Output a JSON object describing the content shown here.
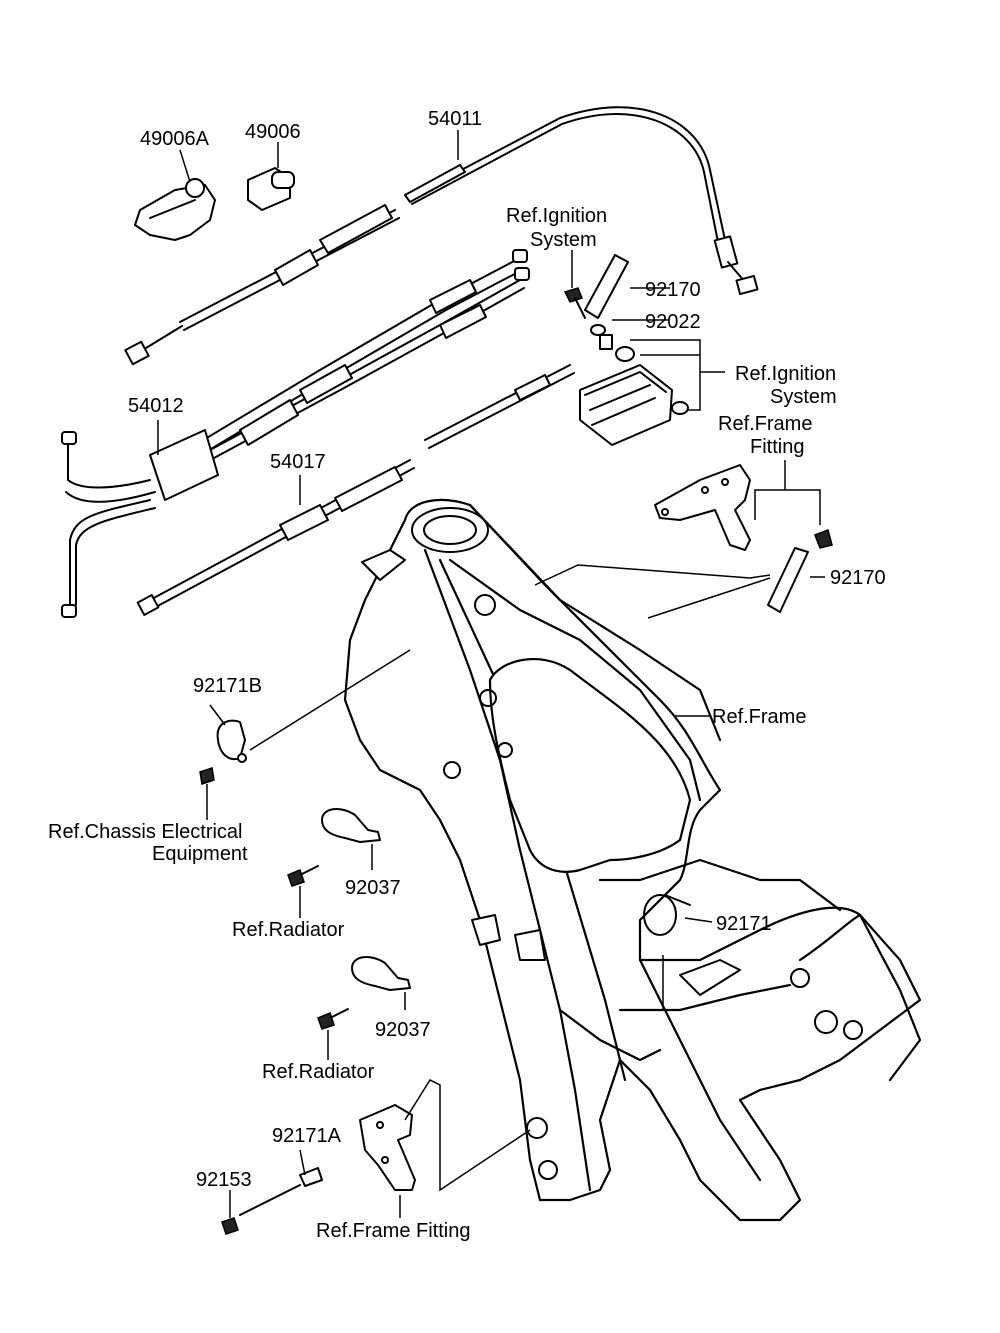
{
  "labels": {
    "l49006A": "49006A",
    "l49006": "49006",
    "l54011": "54011",
    "l54012": "54012",
    "l54017": "54017",
    "lRefIgn1a": "Ref.Ignition",
    "lRefIgn1b": "System",
    "l92170a": "92170",
    "l92022": "92022",
    "lRefIgn2a": "Ref.Ignition",
    "lRefIgn2b": "System",
    "lRefFrameFitA": "Ref.Frame",
    "lRefFrameFitB": "Fitting",
    "l92170b": "92170",
    "lRefFrame": "Ref.Frame",
    "l92171B": "92171B",
    "lRefChassisA": "Ref.Chassis Electrical",
    "lRefChassisB": "Equipment",
    "l92037a": "92037",
    "lRefRadiator1": "Ref.Radiator",
    "l92037b": "92037",
    "lRefRadiator2": "Ref.Radiator",
    "l92171": "92171",
    "l92171A": "92171A",
    "l92153": "92153",
    "lRefFrameFitting2": "Ref.Frame Fitting"
  }
}
